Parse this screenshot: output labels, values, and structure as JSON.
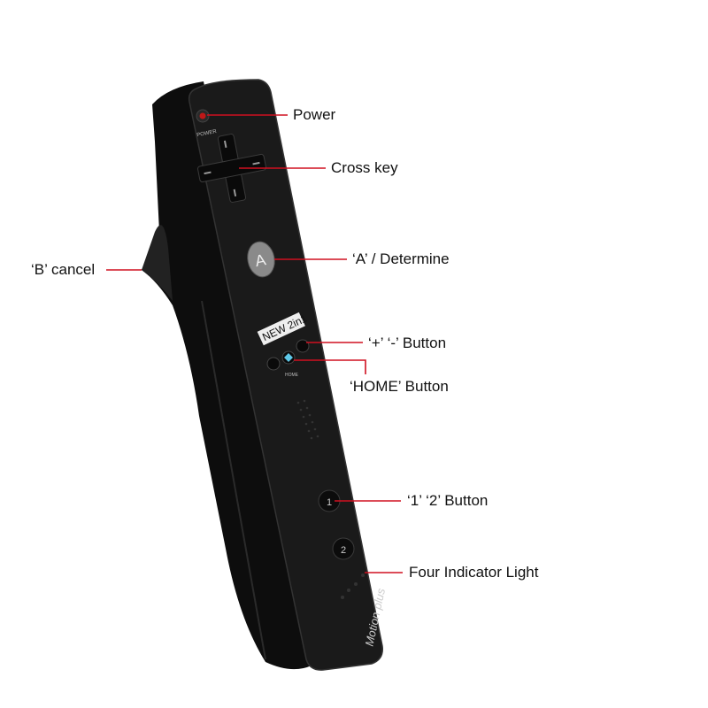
{
  "labels": {
    "power": "Power",
    "cross_key": "Cross key",
    "a_button": "‘A’ / Determine",
    "b_button": "‘B’ cancel",
    "plus_minus": "‘+’ ‘-’ Button",
    "home": "‘HOME’ Button",
    "one_two": "‘1’ ‘2’ Button",
    "indicator": "Four Indicator Light"
  },
  "device_text": {
    "power": "POWER",
    "a": "A",
    "badge": "NEW 2in1",
    "home": "HOME",
    "one": "1",
    "two": "2",
    "brand": "Motion plus"
  },
  "colors": {
    "callout_line": "#d01020",
    "body": "#151515",
    "face": "#1c1c1c",
    "home_light": "#5ec8e8"
  }
}
